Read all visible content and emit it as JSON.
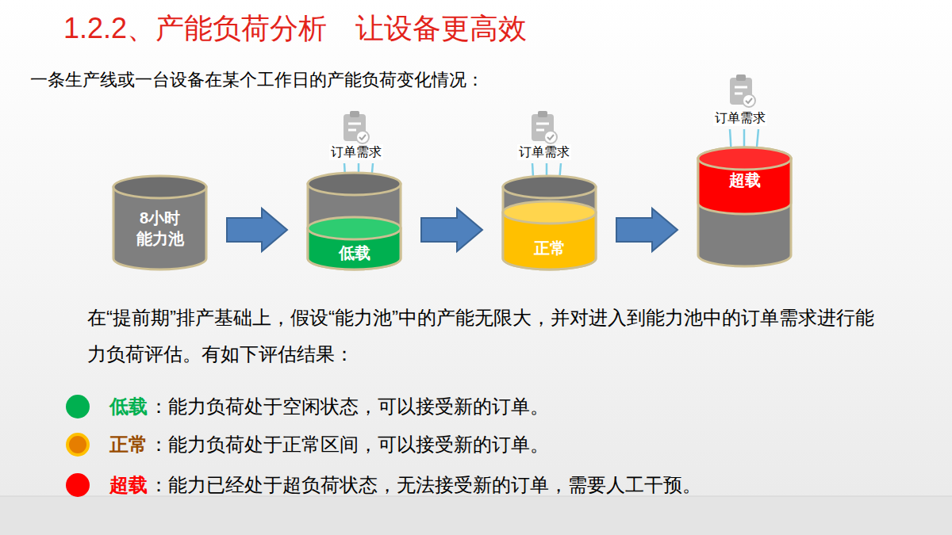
{
  "diagram": {
    "title": "1.2.2、产能负荷分析　让设备更高效",
    "nodes": [
      {
        "text": [
          "8小时 能力池"
        ]
      },
      {
        "text": [
          "低载"
        ]
      },
      {
        "text": [
          "正常"
        ]
      },
      {
        "text": [
          "超载"
        ]
      }
    ],
    "edges": [
      {
        "from": 0,
        "to": 1,
        "arrow": "to"
      },
      {
        "from": 1,
        "to": 2,
        "arrow": "to"
      },
      {
        "from": 2,
        "to": 3,
        "arrow": "to"
      }
    ],
    "labels": [
      "一条生产线或一台设备在某个工作日的产能负荷变化情况：",
      "订单需求",
      "订单需求",
      "订单需求",
      "在“提前期”排产基础上，假设“能力池”中的产能无限大，并对进入到能力池中的订单需求进行能力负荷评估。有如下评估结果：",
      "：能力负荷处于空闲状态，可以接受新的订单。",
      "：能力负荷处于正常区间，可以接受新的订单。",
      "：能力已经处于超负荷状态，无法接受新的订单，需要人工干预。"
    ],
    "legend": [
      {
        "text": "低载",
        "color": "#00b050"
      },
      {
        "text": "正常",
        "color": "#e67e00"
      },
      {
        "text": "超载",
        "color": "#ff0000"
      }
    ]
  }
}
